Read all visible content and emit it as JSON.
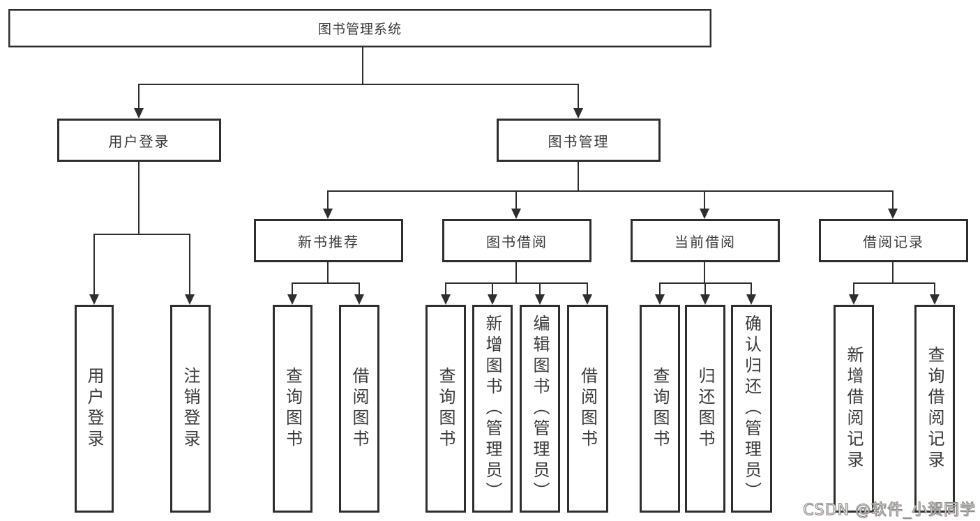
{
  "diagram": {
    "root": "图书管理系统",
    "level2": {
      "user_login": "用户登录",
      "book_mgmt": "图书管理"
    },
    "level3": {
      "new_books": "新书推荐",
      "borrowing": "图书借阅",
      "current": "当前借阅",
      "records": "借阅记录"
    },
    "leaves": {
      "login": "用户登录",
      "logout": "注销登录",
      "nb_query": "查询图书",
      "nb_borrow": "借阅图书",
      "bw_query": "查询图书",
      "bw_add": "新增图书（管理员）",
      "bw_edit": "编辑图书（管理员）",
      "bw_borrow": "借阅图书",
      "cb_query": "查询图书",
      "cb_return": "归还图书",
      "cb_confirm": "确认归还（管理员）",
      "rc_add": "新增借阅记录",
      "rc_query": "查询借阅记录"
    }
  },
  "watermark": {
    "text": "CSDN @软件_小贺同学"
  },
  "colors": {
    "line": "#2e2e2e",
    "text": "#3a3a3c",
    "background": "#ffffff",
    "watermark_fill": "#f4f2f1",
    "watermark_stroke": "#8f8b8a"
  }
}
